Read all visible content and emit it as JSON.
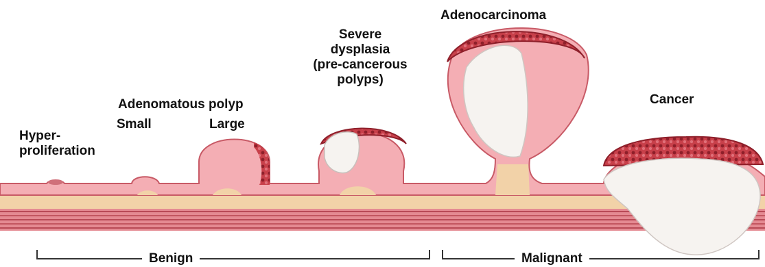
{
  "labels": {
    "hyperproliferation": "Hyper-\nproliferation",
    "adenomatous_polyp": "Adenomatous polyp",
    "small": "Small",
    "large": "Large",
    "severe_dysplasia": "Severe\ndysplasia\n(pre-cancerous\npolyps)",
    "adenocarcinoma": "Adenocarcinoma",
    "cancer": "Cancer"
  },
  "brackets": {
    "benign": "Benign",
    "malignant": "Malignant"
  },
  "colors": {
    "tissue_pink": "#f4aeb4",
    "tissue_edge": "#c85a66",
    "tumor_red": "#c0303c",
    "tumor_white": "#f6f3f0",
    "submucosa": "#f2d2a8",
    "muscle": "#d9707a"
  }
}
